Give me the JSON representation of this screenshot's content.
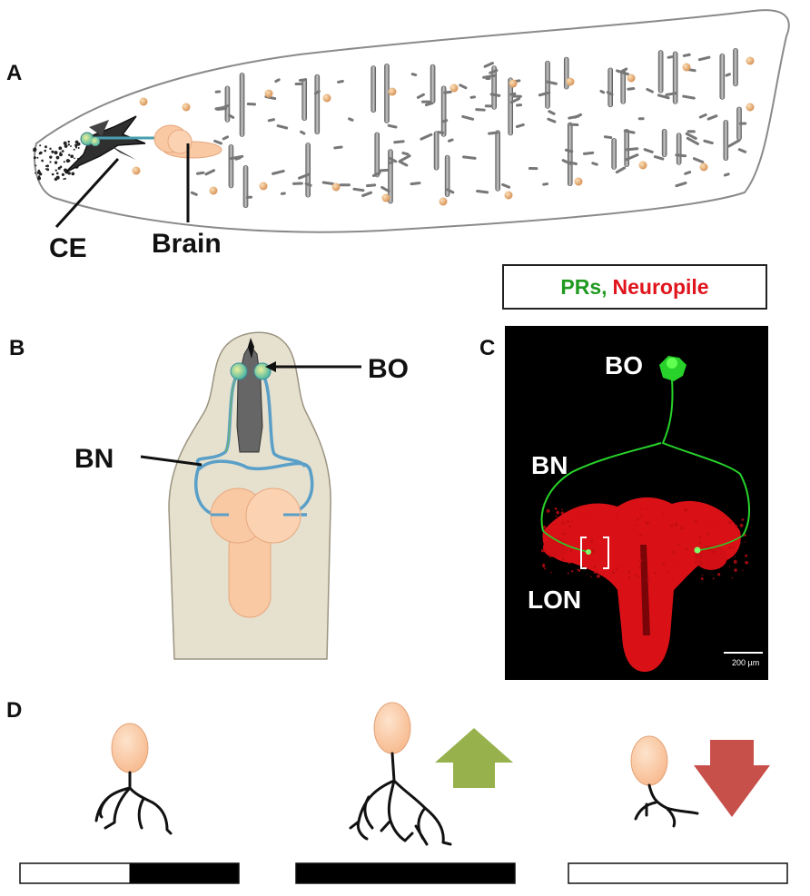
{
  "panels": {
    "a": {
      "letter": "A",
      "labels": {
        "ce": "CE",
        "brain": "Brain"
      }
    },
    "b": {
      "letter": "B",
      "labels": {
        "bo": "BO",
        "bn": "BN"
      }
    },
    "c": {
      "letter": "C",
      "legend": {
        "prs": "PRs,",
        "neuropile": "Neuropile"
      },
      "labels": {
        "bo": "BO",
        "bn": "BN",
        "lon": "LON",
        "scale": "200 µm"
      }
    },
    "d": {
      "letter": "D",
      "conditions": [
        {
          "light_fraction": 0.5,
          "arrow": "none"
        },
        {
          "light_fraction": 0.0,
          "arrow": "up"
        },
        {
          "light_fraction": 1.0,
          "arrow": "down"
        }
      ]
    }
  },
  "colors": {
    "brain": "#f9c9a4",
    "body_outline": "#8a8a8a",
    "head_fill": "#e6e1cf",
    "gfp": "#28d22a",
    "neuropile": "#e51218",
    "arrow_up": "#97b24d",
    "arrow_down": "#c8504b"
  }
}
